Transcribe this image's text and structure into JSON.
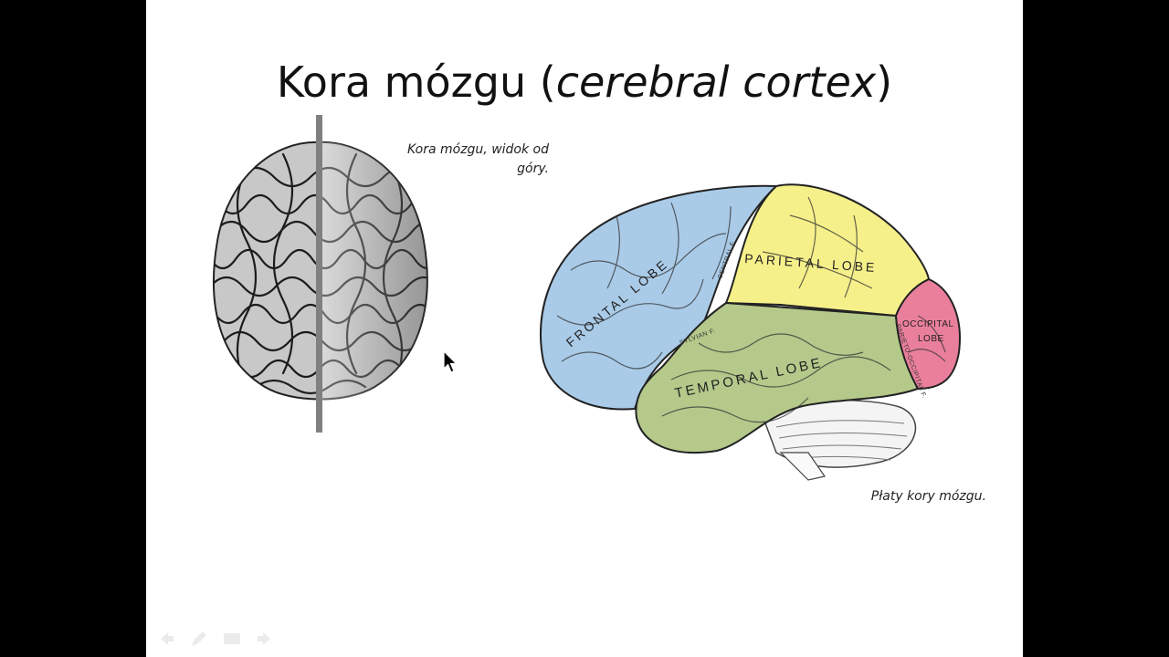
{
  "slide": {
    "title_main": "Kora mózgu (",
    "title_italic": "cerebral cortex",
    "title_end": ")",
    "caption_top": "Kora mózgu, widok od góry.",
    "caption_lobes": "Płaty kory mózgu.",
    "lobe_labels": {
      "frontal": "FRONTAL LOBE",
      "parietal": "PARIETAL LOBE",
      "temporal": "TEMPORAL LOBE",
      "occipital_1": "OCCIPITAL",
      "occipital_2": "LOBE",
      "central": "CENTRAL F.",
      "sylvian": "SYLVIAN F.",
      "parieto_occipital": "PARIETO-OCCIPITAL F."
    },
    "colors": {
      "frontal": "#a9cbe8",
      "parietal": "#f6f08a",
      "temporal": "#b5c98b",
      "occipital": "#ea7f9c",
      "background": "#000000",
      "slide": "#ffffff"
    }
  },
  "controls": [
    "prev-arrow-icon",
    "pen-icon",
    "slides-menu-icon",
    "next-arrow-icon"
  ]
}
